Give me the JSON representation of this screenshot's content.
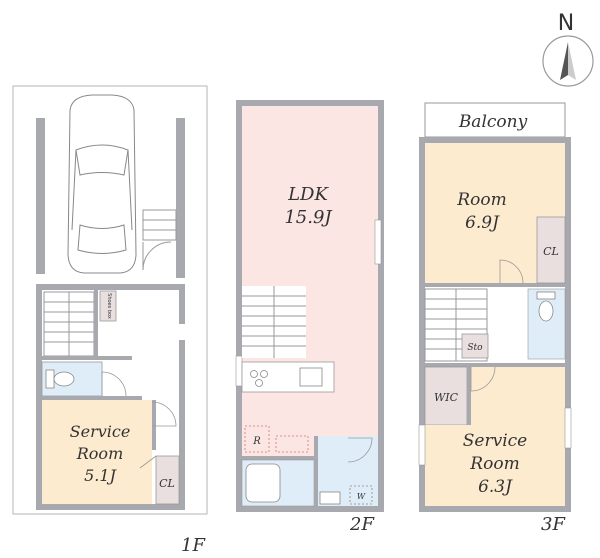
{
  "compass": {
    "north_label": "N",
    "icon": "compass-north-icon"
  },
  "floors": {
    "f1": {
      "label": "1F",
      "rooms": {
        "service_name_1": "Service",
        "service_name_2": "Room",
        "service_size": "5.1J",
        "closet": "CL",
        "shoe_box": "Shoes box"
      }
    },
    "f2": {
      "label": "2F",
      "rooms": {
        "ldk_name": "LDK",
        "ldk_size": "15.9J",
        "refrigerator": "R",
        "washer": "W"
      }
    },
    "f3": {
      "label": "3F",
      "rooms": {
        "balcony": "Balcony",
        "room_name": "Room",
        "room_size": "6.9J",
        "closet": "CL",
        "storage": "Sto",
        "wic": "WIC",
        "service_name_1": "Service",
        "service_name_2": "Room",
        "service_size": "6.3J"
      }
    }
  },
  "colors": {
    "wall": "#a7a9ae",
    "ldk_fill": "#fce6e3",
    "room_fill": "#fdebd0",
    "bath_fill": "#deedf7",
    "closet_fill": "#eadfdf",
    "line": "#9a9a9a"
  }
}
